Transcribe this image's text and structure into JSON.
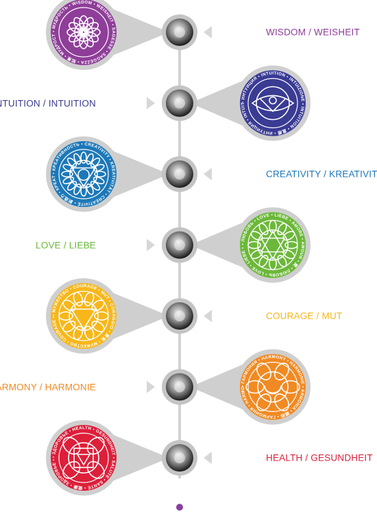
{
  "chakras": [
    {
      "label": "WISDOM / WEISHEIT",
      "color": "#8e3e98",
      "side": "right",
      "symbol": "lotus",
      "ring_text": "• МУДРОСТЬ • WISDOM • WEISHEIT • SAGESSE • SAGGEZZA •",
      "ring_glyph": "知恵"
    },
    {
      "label": "INTUITION / INTUITION",
      "color": "#3a3b93",
      "side": "left",
      "symbol": "eye",
      "ring_text": "• ИНТУИЦИЯ • INTUITION • INTUIZIONE • INTUITION •",
      "ring_glyph": "直感"
    },
    {
      "label": "CREATIVITY / KREATIVITÄT",
      "color": "#1d78b8",
      "side": "right",
      "symbol": "triangle-down-circle",
      "ring_text": "• КРЕАТИВНОСТЬ • CREATIVITY • KREATIVITÄT • CREATIVITÉ •",
      "ring_glyph": "創造力"
    },
    {
      "label": "LOVE / LIEBE",
      "color": "#6cb83a",
      "side": "left",
      "symbol": "hexagram",
      "ring_text": "• ЛЮБОВЬ • LOVE • LIEBE • AMORE • AMOUR •",
      "ring_glyph": "愛"
    },
    {
      "label": "COURAGE / MUT",
      "color": "#f7b71b",
      "side": "right",
      "symbol": "triangle-down",
      "ring_text": "• МУЖЕСТВО • COURAGE • MUT • CORAGGIO •",
      "ring_glyph": "勇気"
    },
    {
      "label": "HARMONY / HARMONIE",
      "color": "#f18a23",
      "side": "left",
      "symbol": "crescent",
      "ring_text": "• ГАРМОНИЯ • HARMONY • HARMONIE • ARMONIA •",
      "ring_glyph": "調和"
    },
    {
      "label": "HEALTH / GESUNDHEIT",
      "color": "#dd1f3a",
      "side": "right",
      "symbol": "square",
      "ring_text": "• ЗДОРОВЬЕ • HEALTH • GESUNDHEIT • SALUTE • SANTÉ •",
      "ring_glyph": "健康"
    }
  ],
  "colors": {
    "timeline": "#d2d2d2",
    "bubble": "#cfcfcf",
    "node_ring": "#c4c4c4",
    "arrow": "#d7d7d7",
    "end_dot": "#8a3fa0"
  }
}
